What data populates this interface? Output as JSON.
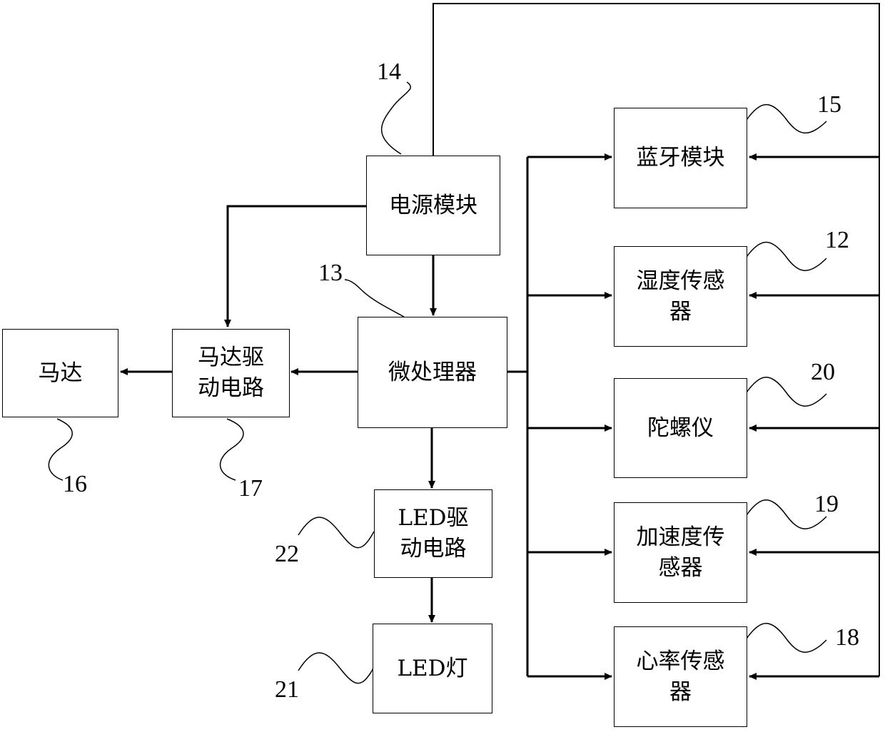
{
  "blocks": {
    "power": "电源模块",
    "mcu": "微处理器",
    "motor": "马达",
    "motor_driver_line1": "马达驱",
    "motor_driver_line2": "动电路",
    "led_driver_line1": "LED驱",
    "led_driver_line2": "动电路",
    "led": "LED灯",
    "bluetooth": "蓝牙模块",
    "humidity_line1": "湿度传感",
    "humidity_line2": "器",
    "gyro": "陀螺仪",
    "accel_line1": "加速度传",
    "accel_line2": "感器",
    "heart_line1": "心率传感",
    "heart_line2": "器"
  },
  "labels": {
    "power": "14",
    "mcu": "13",
    "motor": "16",
    "motor_driver": "17",
    "led_driver": "22",
    "led": "21",
    "bluetooth": "15",
    "humidity": "12",
    "gyro": "20",
    "accel": "19",
    "heart": "18"
  }
}
